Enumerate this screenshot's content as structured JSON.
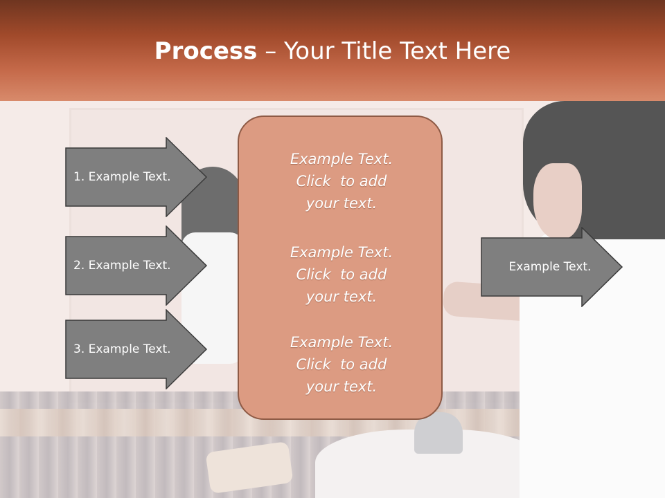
{
  "slide": {
    "title_bold": "Process",
    "title_dash": " – ",
    "title_rest": "Your Title Text Here"
  },
  "left_arrows": [
    {
      "label": "1. Example Text."
    },
    {
      "label": "2. Example Text."
    },
    {
      "label": "3. Example Text."
    }
  ],
  "right_arrow": {
    "label": "Example Text."
  },
  "center_box": {
    "paragraphs": [
      {
        "line1": "Example Text.",
        "line2": "Click  to add",
        "line3": "your text."
      },
      {
        "line1": "Example Text.",
        "line2": "Click  to add",
        "line3": "your text."
      },
      {
        "line1": "Example Text.",
        "line2": "Click  to add",
        "line3": "your text."
      }
    ]
  },
  "colors": {
    "header_dark": "#6e3520",
    "header_light": "#d88a6b",
    "arrow_fill": "#7f7f7f",
    "center_fill": "#dc9b82",
    "center_border": "#8e5a45"
  }
}
